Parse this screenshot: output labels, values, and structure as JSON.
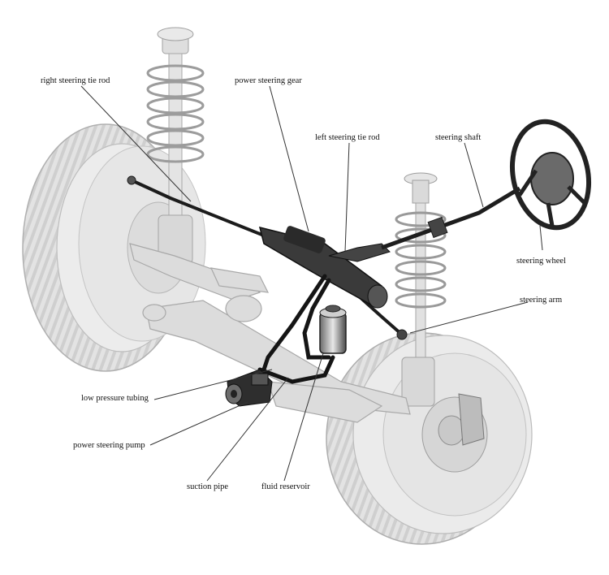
{
  "labels": {
    "right_tie_rod": "right steering tie rod",
    "power_steering_gear": "power steering gear",
    "left_tie_rod": "left steering tie rod",
    "steering_shaft": "steering shaft",
    "steering_wheel": "steering wheel",
    "steering_arm": "steering arm",
    "low_pressure_tubing": "low pressure tubing",
    "power_steering_pump": "power steering pump",
    "suction_pipe": "suction pipe",
    "fluid_reservoir": "fluid reservoir"
  },
  "colors": {
    "ghost": "#d9d9d9",
    "ghost_stroke": "#a8a8a8",
    "metal_dark": "#1e1e1e",
    "metal_mid": "#555555",
    "leader": "#333333"
  }
}
